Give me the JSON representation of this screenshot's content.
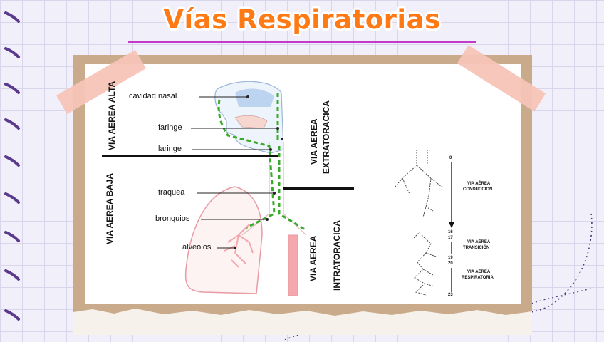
{
  "title": "Vías Respiratorias",
  "labels": {
    "cavidad_nasal": "cavidad nasal",
    "faringe": "faringe",
    "laringe": "laringe",
    "traquea": "traquea",
    "bronquios": "bronquios",
    "alveolos": "alveolos"
  },
  "vertical": {
    "aerea_alta": "VIA AEREA ALTA",
    "aerea_baja": "VIA AEREA BAJA",
    "extratoracica_1": "VIA AEREA",
    "extratoracica_2": "EXTRATORACICA",
    "intratoracica_1": "VIA AEREA",
    "intratoracica_2": "INTRATORACICA"
  },
  "zones": {
    "conduccion_1": "VIA AÉREA",
    "conduccion_2": "CONDUCCION",
    "transicion_1": "VIA AÉREA",
    "transicion_2": "TRANSICIÓN",
    "respiratoria_1": "VIA AÉREA",
    "respiratoria_2": "RESPIRATORIA"
  },
  "generations": {
    "g0": "0",
    "g16": "16",
    "g17": "17",
    "g19": "19",
    "g20": "20",
    "g23": "23"
  },
  "colors": {
    "title": "#ff7a14",
    "underline": "#c23ac9",
    "tape": "#f7c4b8",
    "board": "#c9ab8b",
    "lung_outline": "#e89aa5",
    "green": "#3aaa2c"
  }
}
